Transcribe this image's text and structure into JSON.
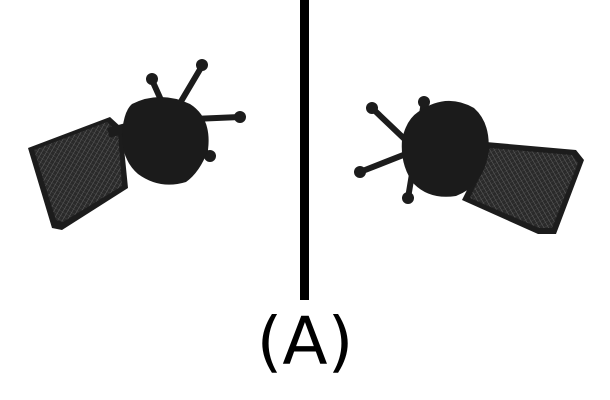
{
  "caption": "(A)",
  "colors": {
    "background": "#ffffff",
    "divider": "#000000",
    "chair_body": "#1c1c1c",
    "chair_mesh": "#2b2b2b",
    "mesh_line": "#6a6a6a"
  },
  "panels": [
    {
      "name": "left-view",
      "object": "office-chair-top-view"
    },
    {
      "name": "right-view",
      "object": "office-chair-top-view-mirrored"
    }
  ]
}
